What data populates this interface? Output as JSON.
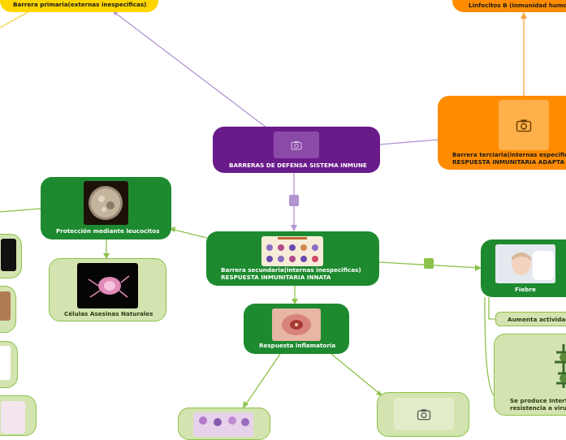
{
  "nodes": {
    "primaria": {
      "label": "Barrera primaria(externas inespecificas)"
    },
    "linfocitos_b": {
      "label": "Linfocitos B (inmunidad humo"
    },
    "main": {
      "label": "BARRERAS DE DEFENSA SISTEMA INMUNE"
    },
    "terciaria": {
      "label": "Barrera terciaria(internas especifica\nRESPUESTA INMUNITARIA ADAPTA"
    },
    "leucocitos": {
      "label": "Protección mediante leucocitos"
    },
    "asesinas": {
      "label": "Células Asesinas Naturales"
    },
    "secundaria": {
      "label": "Barrera secundaria(internas inespecificas)\nRESPUESTA INMUNITARIA INNATA"
    },
    "fiebre": {
      "label": "Fiebre"
    },
    "actividad": {
      "label": "Aumenta actividad"
    },
    "interferon": {
      "label": "Se produce Interf\nresistencia a viru"
    },
    "inflamatoria": {
      "label": "Respuesta inflamatoria"
    }
  },
  "colors": {
    "purple": "#6a1b8a",
    "orange": "#ff8c00",
    "yellow": "#ffd600",
    "green": "#1e8a30",
    "light_green": "#d4e4b0",
    "connector_purple": "#b294d0",
    "connector_green": "#8cc24a"
  }
}
